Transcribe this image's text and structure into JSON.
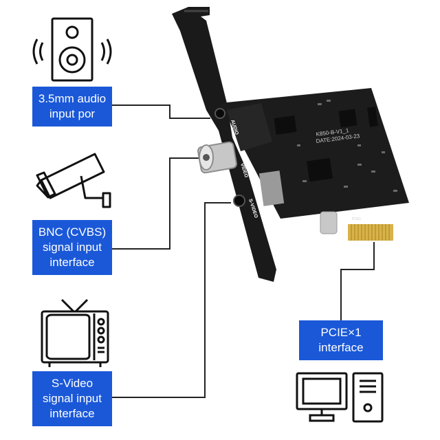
{
  "labels": {
    "audio": [
      "3.5mm audio",
      "input por"
    ],
    "bnc": [
      "BNC (CVBS)",
      "signal input",
      "interface"
    ],
    "svideo": [
      "S-Video",
      "signal input",
      "interface"
    ],
    "pcie": [
      "PCIE×1",
      "interface"
    ]
  },
  "board": {
    "port_audio": "AUDIO",
    "port_video": "VIDEO",
    "port_svideo": "S-VIDEO",
    "model": "K850-B-V1_1",
    "date": "DATE:2024-03-23",
    "slot": "PCE1"
  },
  "icons": [
    "speaker-icon",
    "cctv-camera-icon",
    "tv-icon",
    "desktop-computer-icon"
  ],
  "colors": {
    "label_bg": "#1a58d8",
    "label_text": "#ffffff",
    "line": "#222222",
    "pcb": "#1c1c1c",
    "gold": "#d8b24a"
  }
}
